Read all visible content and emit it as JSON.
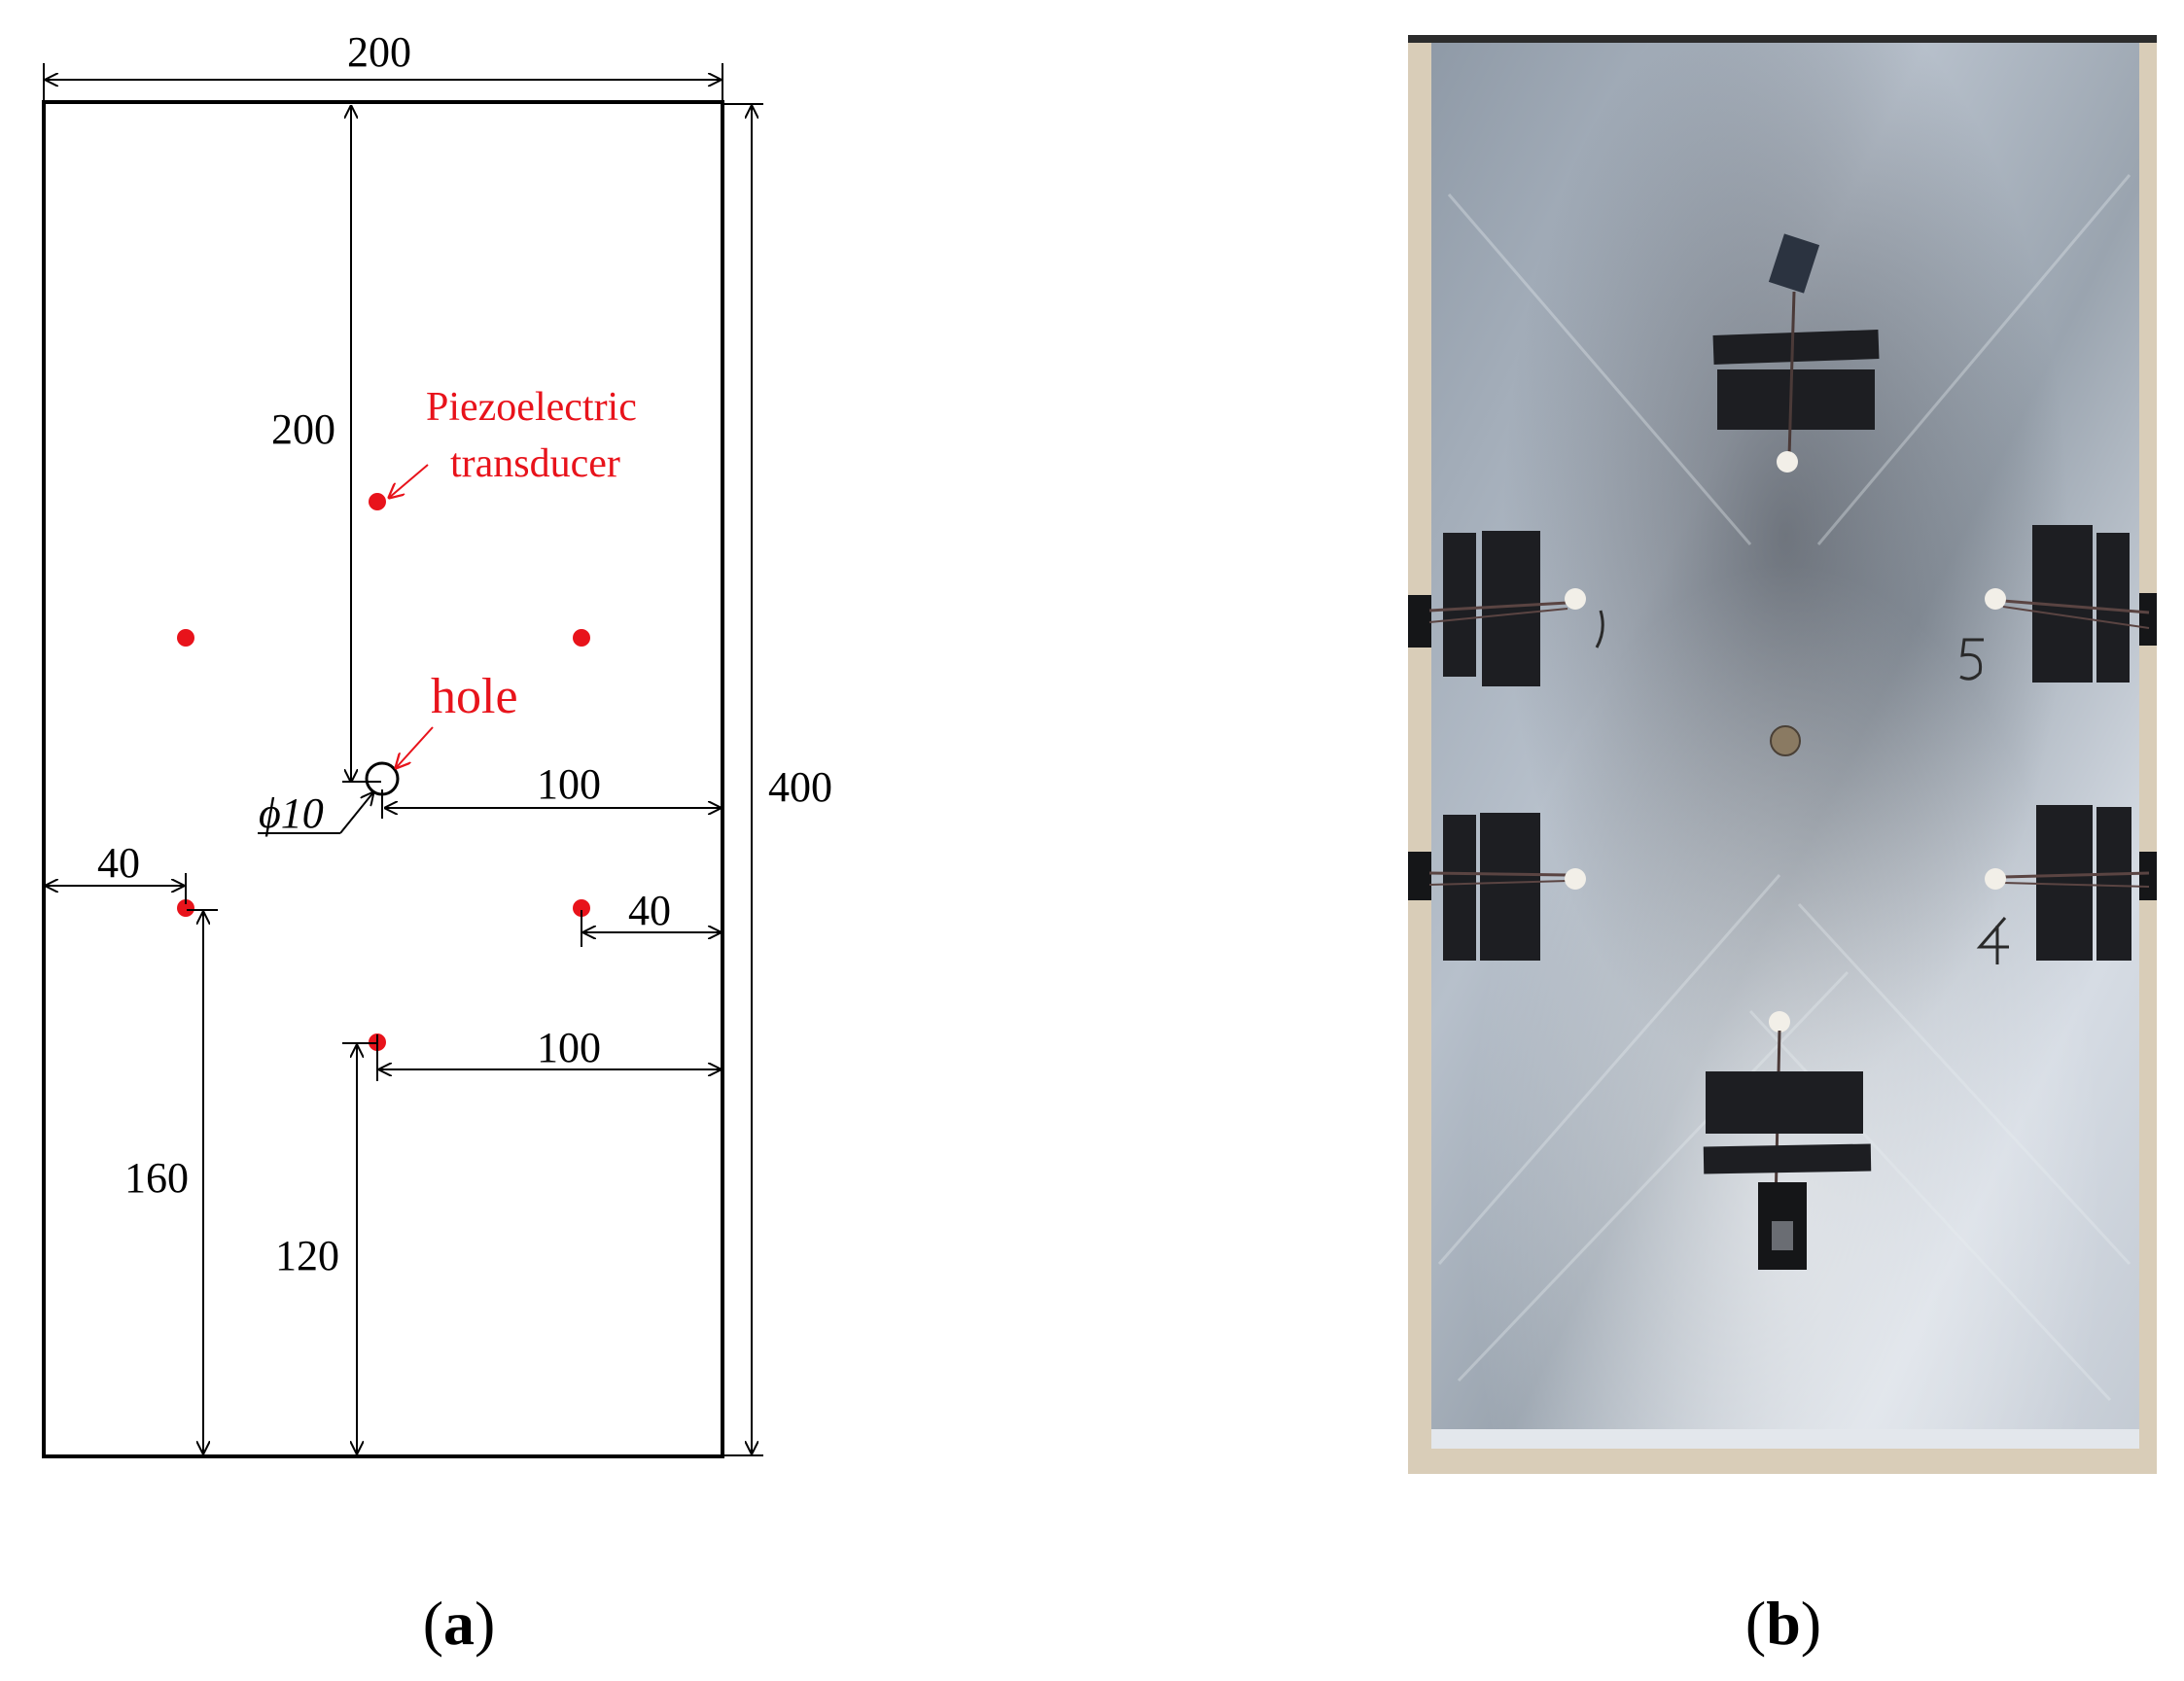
{
  "panel_a": {
    "dim_width_top": "200",
    "dim_top_to_hole": "200",
    "dim_height": "400",
    "dim_hole_diameter": "ϕ10",
    "dim_hole_to_right": "100",
    "dim_left_offset": "40",
    "dim_right_offset": "40",
    "dim_bottom_sensor_to_right": "100",
    "dim_left_sensor_height": "160",
    "dim_bottom_sensor_height": "120",
    "label_transducer_line1": "Piezoelectric",
    "label_transducer_line2": "transducer",
    "label_hole": "hole",
    "caption_letter": "a"
  },
  "panel_b": {
    "caption_letter": "b",
    "image_description": "photo-of-aluminum-plate-with-six-transducers"
  },
  "colors": {
    "transducer_dot": "#e8131b",
    "annotation_text": "#e8131b",
    "plate_outline": "#000000"
  }
}
